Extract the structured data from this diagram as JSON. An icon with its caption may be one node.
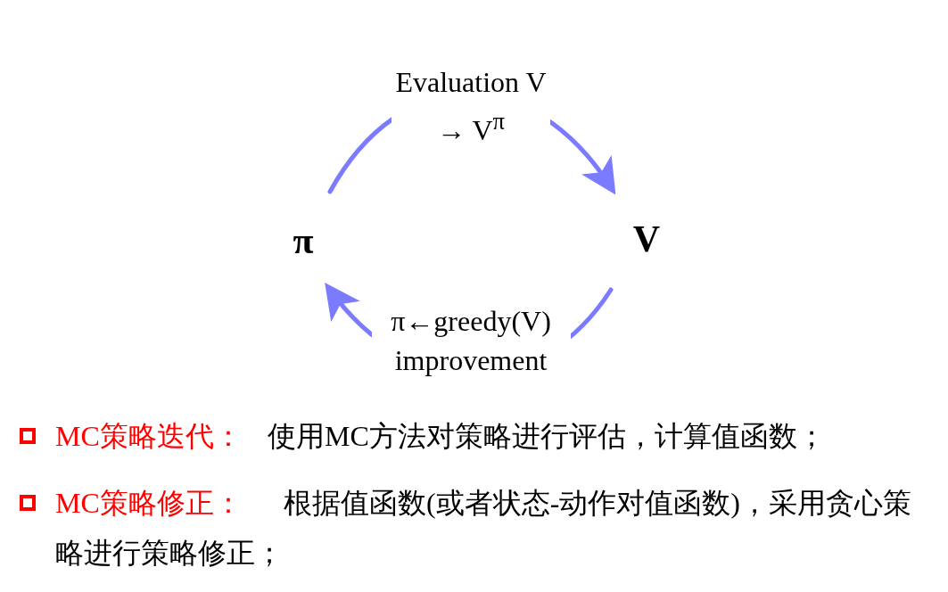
{
  "diagram": {
    "nodes": [
      {
        "text": [
          "π"
        ]
      },
      {
        "text": [
          "V"
        ]
      }
    ],
    "edges": [
      {
        "from": 0,
        "to": 1,
        "arrow": "to",
        "label": "Evaluation V → V$^{π}$"
      },
      {
        "from": 1,
        "to": 0,
        "arrow": "to",
        "label": "π←greedy(V) improvement"
      }
    ],
    "labels": [
      "MC策略迭代：",
      "使用MC方法对策略进行评估，计算值函数；",
      "MC策略修正：",
      "根据值函数(或者状态-动作对值函数)，采用贪心策略进行策略修正；"
    ]
  }
}
